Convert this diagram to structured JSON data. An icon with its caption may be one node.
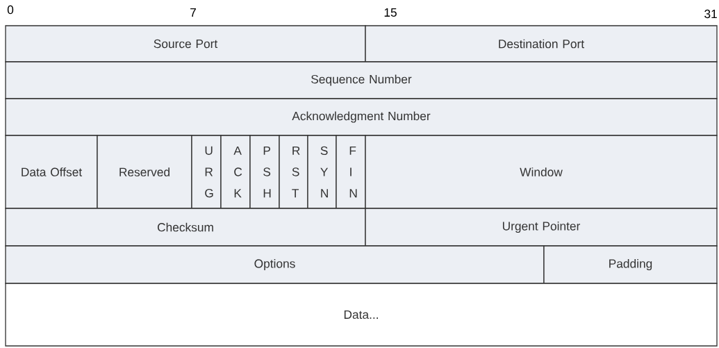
{
  "diagram": {
    "nodes": [
      {
        "text": [
          "Source Port"
        ]
      },
      {
        "text": [
          "Destination Port"
        ]
      },
      {
        "text": [
          "Sequence Number"
        ]
      },
      {
        "text": [
          "Acknowledgment Number"
        ]
      },
      {
        "text": [
          "Data Offset"
        ]
      },
      {
        "text": [
          "Reserved"
        ]
      },
      {
        "text": [
          "U R G"
        ]
      },
      {
        "text": [
          "A C K"
        ]
      },
      {
        "text": [
          "P S H"
        ]
      },
      {
        "text": [
          "R S T"
        ]
      },
      {
        "text": [
          "S Y N"
        ]
      },
      {
        "text": [
          "F I N"
        ]
      },
      {
        "text": [
          "Window"
        ]
      },
      {
        "text": [
          "Checksum"
        ]
      },
      {
        "text": [
          "Urgent Pointer"
        ]
      },
      {
        "text": [
          "Options"
        ]
      },
      {
        "text": [
          "Padding"
        ]
      },
      {
        "text": [
          "Data..."
        ]
      }
    ],
    "labels": [
      "0",
      "7",
      "15",
      "31"
    ]
  }
}
